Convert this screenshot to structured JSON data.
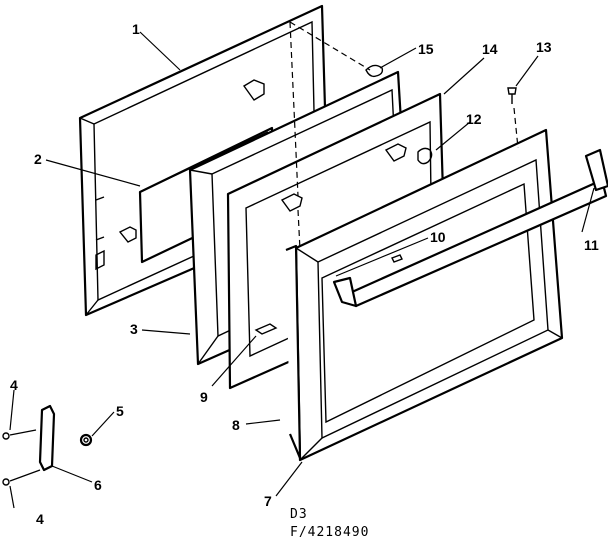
{
  "callouts": {
    "c1": "1",
    "c2": "2",
    "c3": "3",
    "c4a": "4",
    "c4b": "4",
    "c5": "5",
    "c6": "6",
    "c7": "7",
    "c8": "8",
    "c9": "9",
    "c10": "10",
    "c11": "11",
    "c12": "12",
    "c13": "13",
    "c14": "14",
    "c15": "15"
  },
  "footer": {
    "code": "D3",
    "figure": "F/4218490"
  }
}
